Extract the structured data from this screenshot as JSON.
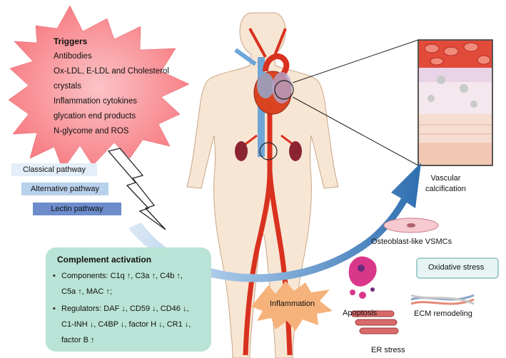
{
  "triggers": {
    "title": "Triggers",
    "items": [
      "Antibodies",
      "Ox-LDL, E-LDL and Cholesterol",
      "crystals",
      "Inflammation cytokines",
      "glycation end products",
      "N-glycome and ROS"
    ]
  },
  "pathways": {
    "classical": "Classical pathway",
    "alternative": "Alternative pathway",
    "lectin": "Lectin pathway"
  },
  "complement": {
    "title": "Complement activation",
    "bullet": "•",
    "lines": [
      "Components: C1q ↑, C3a ↑, C4b ↑,",
      "C5a ↑, MAC ↑;",
      "Regulators: DAF ↓, CD59 ↓, CD46 ↓,",
      "C1-INH ↓, C4BP ↓, factor H ↓, CR1 ↓,",
      "factor B ↑"
    ]
  },
  "labels": {
    "vascular_calcification": [
      "Vascular",
      "calcification"
    ],
    "osteoblast": "Osteoblast-like VSMCs",
    "oxidative_stress": "Oxidative stress",
    "inflammation": "Inflammation",
    "apoptosis": "Apoptosis",
    "ecm": "ECM remodeling",
    "er_stress": "ER stress"
  },
  "colors": {
    "burst": "#f7757c",
    "classical_box": "#e4eef8",
    "alternative_box": "#b8d1ec",
    "lectin_box": "#6d8ccc",
    "complement_box": "#b9e3d6",
    "arrow_dark": "#2e6eb0",
    "arrow_light": "#cfe1f3",
    "inflammation_burst": "#f5b27a",
    "skin": "#f8e6d4",
    "aorta": "#d9311f"
  }
}
